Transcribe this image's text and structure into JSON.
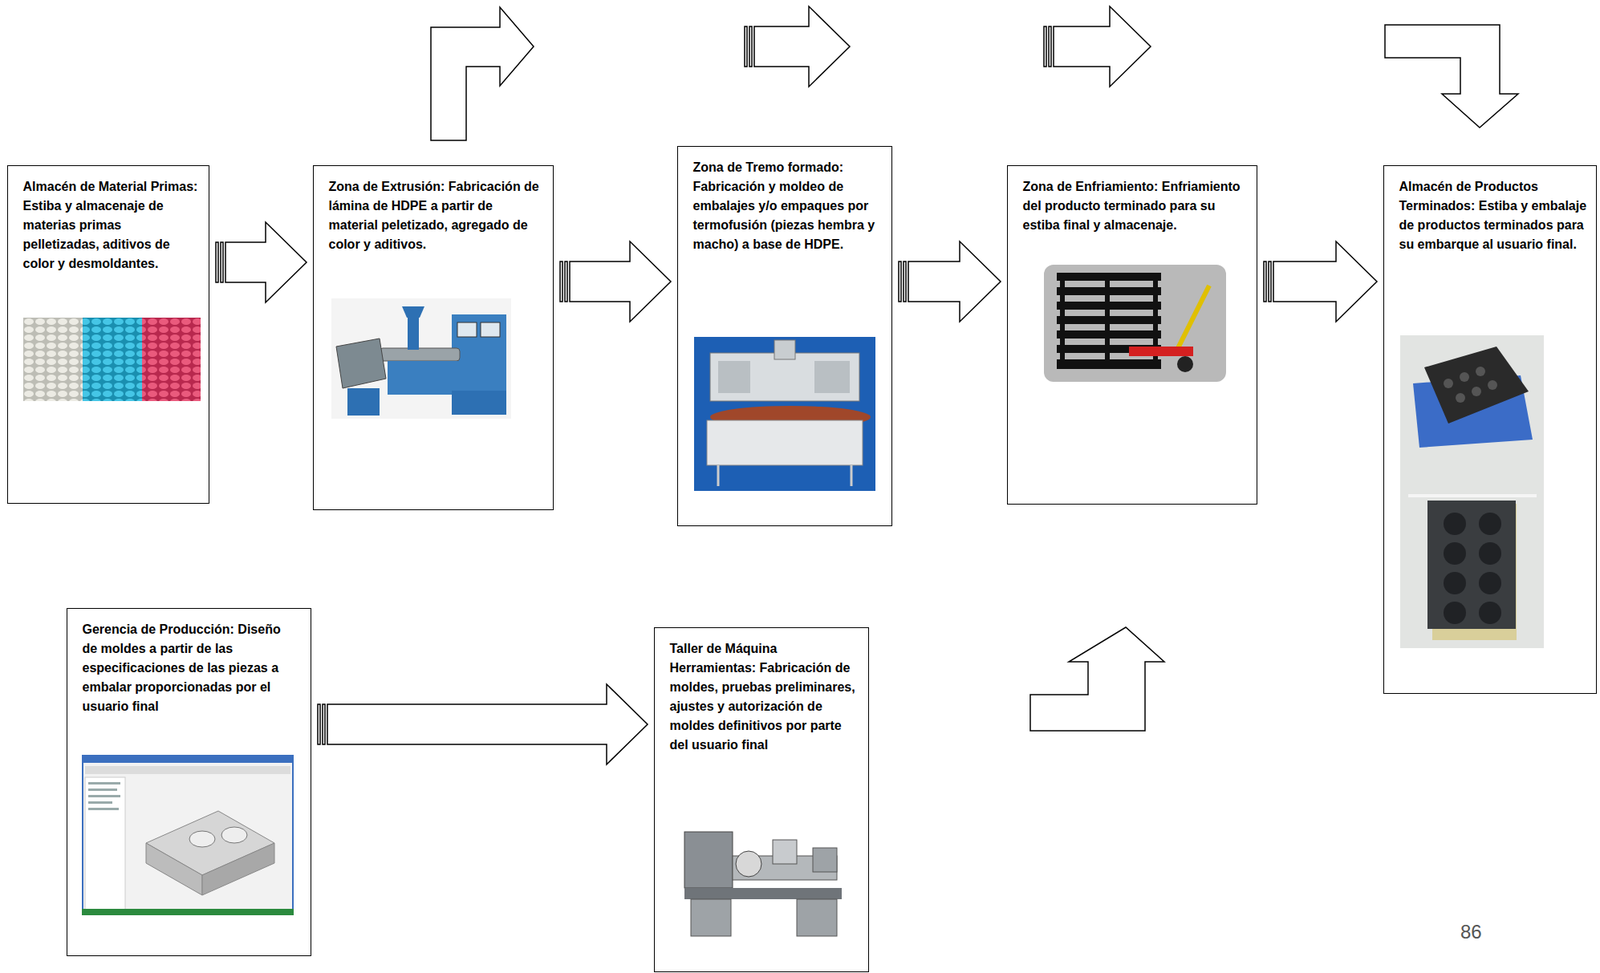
{
  "diagram": {
    "nodes": [
      {
        "text": [
          "Almacén de Material Primas: Estiba y almacenaje de materias primas pelletizadas, aditivos de color y desmoldantes."
        ]
      },
      {
        "text": [
          "Zona de Extrusión: Fabricación de lámina de HDPE  a partir de material peletizado, agregado de color y aditivos."
        ]
      },
      {
        "text": [
          "Zona de Tremo formado: Fabricación y moldeo de embalajes y/o empaques por termofusión (piezas hembra y macho) a base de HDPE."
        ]
      },
      {
        "text": [
          "Zona de Enfriamiento: Enfriamiento del producto terminado para su estiba final y almacenaje."
        ]
      },
      {
        "text": [
          "Almacén de Productos Terminados: Estiba y embalaje de productos terminados para su embarque al usuario final."
        ]
      },
      {
        "text": [
          "Gerencia de Producción: Diseño de moldes a partir de las especificaciones de las piezas a embalar proporcionadas por el usuario final"
        ]
      },
      {
        "text": [
          "Taller de Máquina Herramientas: Fabricación de moldes, pruebas preliminares, ajustes y autorización de moldes definitivos por parte del usuario final"
        ]
      }
    ],
    "edges": [
      {
        "from": 0,
        "to": 1,
        "arrow": "to"
      },
      {
        "from": 1,
        "to": 2,
        "arrow": "to"
      },
      {
        "from": 2,
        "to": 3,
        "arrow": "to"
      },
      {
        "from": 3,
        "to": 4,
        "arrow": "to"
      },
      {
        "from": 5,
        "to": 6,
        "arrow": "to"
      }
    ],
    "labels": [
      "86"
    ]
  }
}
